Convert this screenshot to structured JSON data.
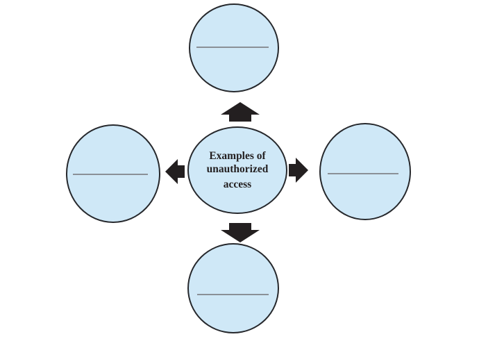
{
  "figure": {
    "center": {
      "label": "Examples of unauthorized access",
      "lines": [
        "Examples of",
        "unauthorized",
        "access"
      ]
    },
    "branches": [
      {
        "direction": "up",
        "label": ""
      },
      {
        "direction": "left",
        "label": ""
      },
      {
        "direction": "right",
        "label": ""
      },
      {
        "direction": "down",
        "label": ""
      }
    ],
    "colors": {
      "background": "#ffffff",
      "node_fill": "#cfe8f7",
      "node_stroke": "#26282c",
      "arrow": "#231f20",
      "blank_line": "#8a9097",
      "text": "#231f20"
    }
  }
}
